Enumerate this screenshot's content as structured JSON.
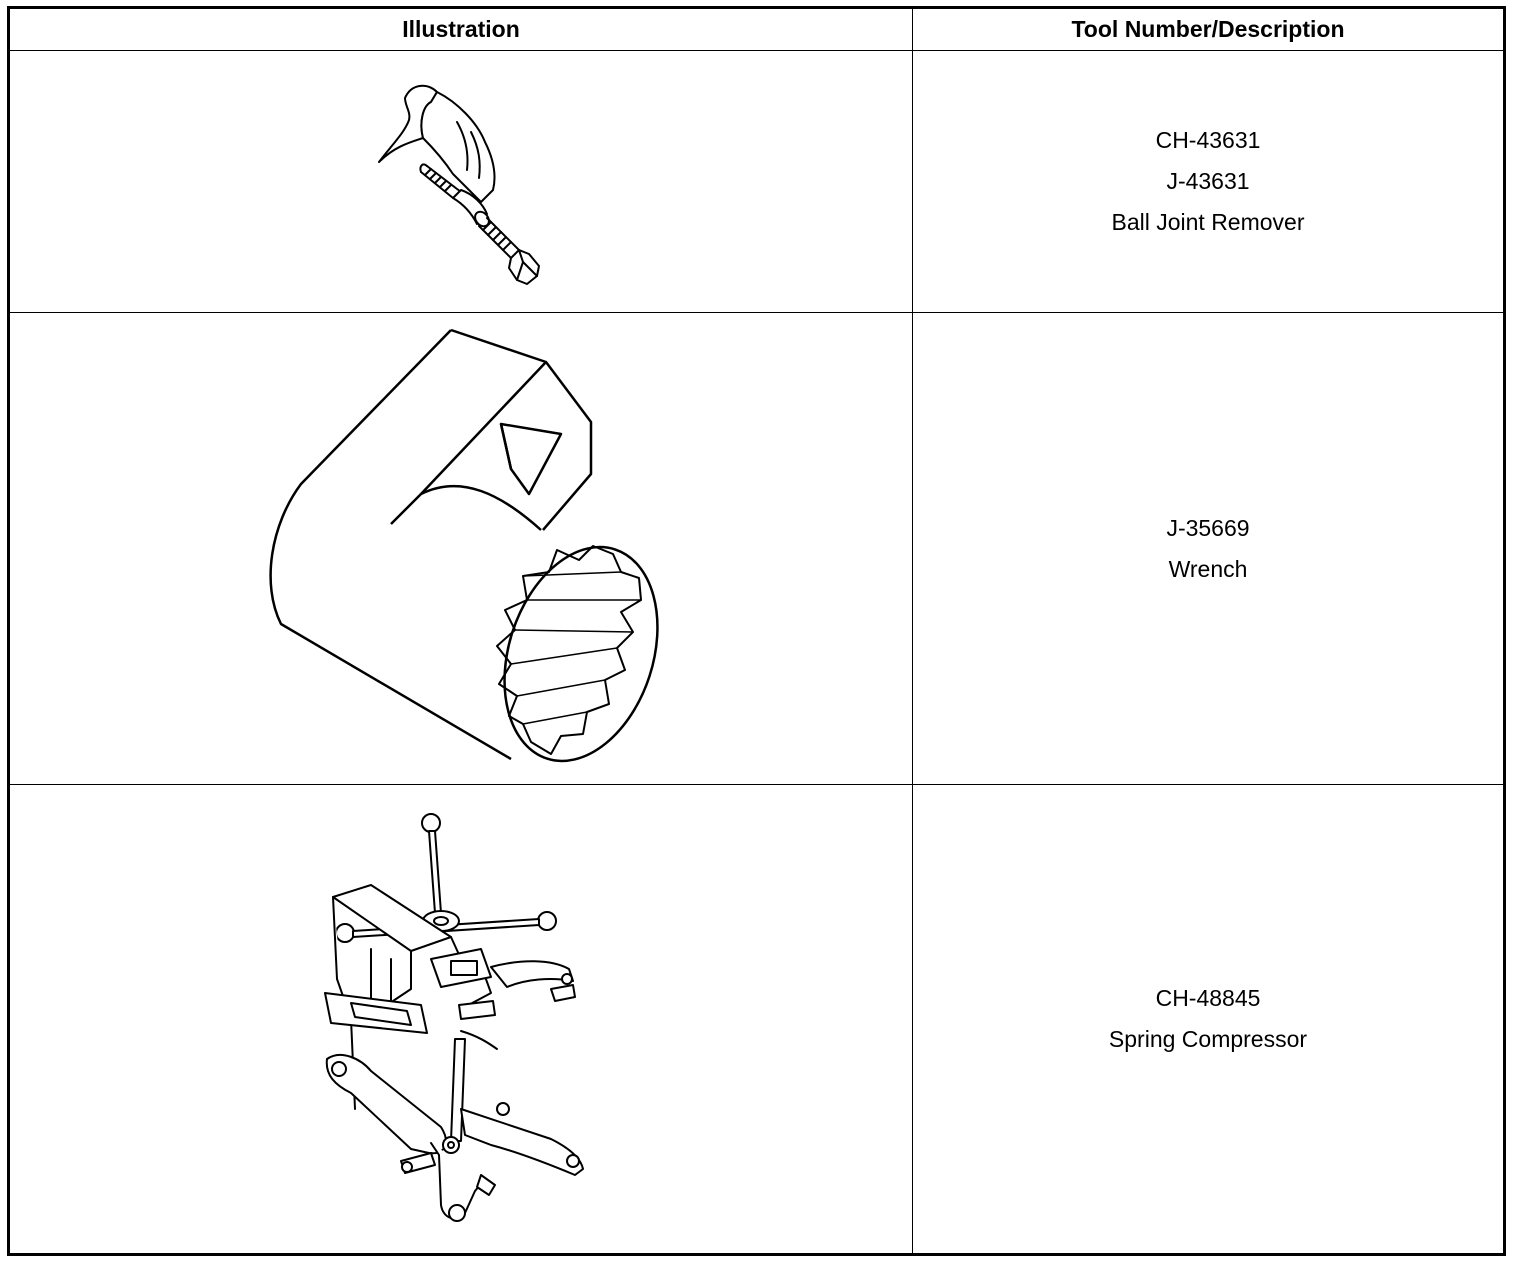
{
  "table": {
    "headers": {
      "illustration": "Illustration",
      "description": "Tool Number/Description"
    },
    "rows": [
      {
        "illustration_icon": "ball-joint-remover-drawing",
        "lines": [
          "CH-43631",
          "J-43631",
          "Ball Joint Remover"
        ]
      },
      {
        "illustration_icon": "wrench-socket-drawing",
        "lines": [
          "J-35669",
          "Wrench"
        ]
      },
      {
        "illustration_icon": "spring-compressor-drawing",
        "lines": [
          "CH-48845",
          "Spring Compressor"
        ]
      }
    ]
  }
}
